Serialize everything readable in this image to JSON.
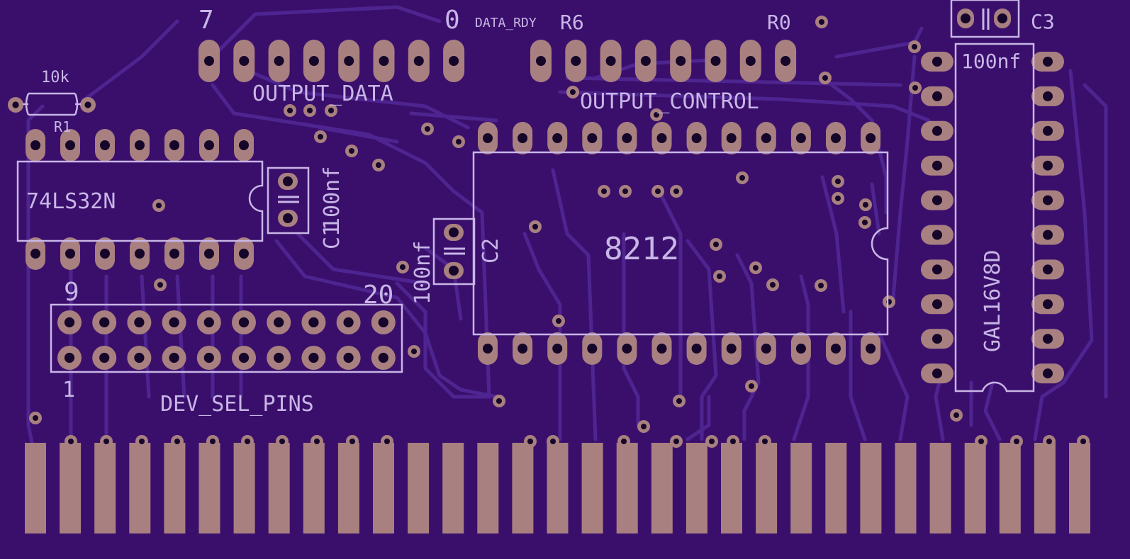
{
  "colors": {
    "background": "#000000",
    "board": "#3a0f6c",
    "trace": "#4e2590",
    "copper": "#a88080",
    "drill": "#15062a",
    "silk": "#c8b6e6"
  },
  "labels": {
    "output_data_top_left": "7",
    "output_data_top_right": "0",
    "data_rdy": "DATA_RDY",
    "r6": "R6",
    "r0": "R0",
    "c3": "C3",
    "c3_value": "100nf",
    "r1_value": "10k",
    "r1": "R1",
    "output_data": "OUTPUT_DATA",
    "output_control": "OUTPUT_CONTROL",
    "ic1": "74LS32N",
    "c1": "C1",
    "c1_value": "100nf",
    "c2": "C2",
    "c2_value": "100nf",
    "ic2": "8212",
    "ic3": "GAL16V8D",
    "header_pin9": "9",
    "header_pin20": "20",
    "header_pin1": "1",
    "dev_sel_pins": "DEV_SEL_PINS"
  }
}
